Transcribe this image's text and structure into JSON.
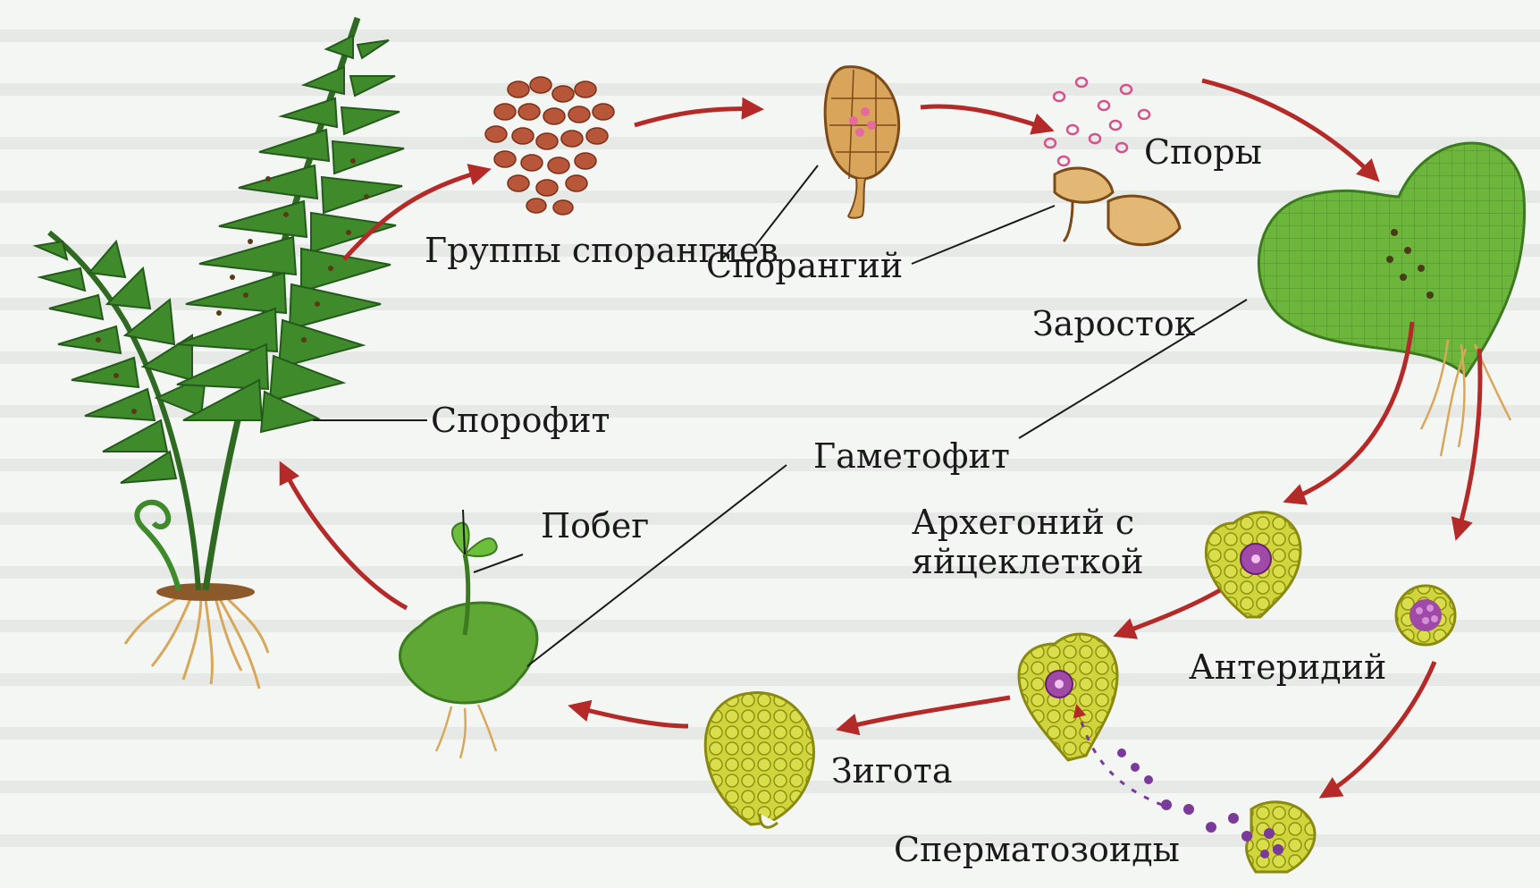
{
  "labels": {
    "sporangia_groups": "Группы спорангиев",
    "sporangium": "Спорангий",
    "spores": "Споры",
    "prothallus": "Заросток",
    "sporophyte": "Спорофит",
    "gametophyte": "Гаметофит",
    "shoot": "Побег",
    "archegonium": "Архегоний с яйцеклеткой",
    "antheridium": "Антеридий",
    "zygote": "Зигота",
    "spermatozoids": "Сперматозоиды"
  },
  "colors": {
    "arrow": "#b42a28",
    "leaf": "#3f8a2a",
    "leaf_dark": "#245a1c",
    "prothallus": "#66ad38",
    "cell": "#c9cf2a",
    "cell_border": "#8a8a10",
    "egg": "#a04aa8",
    "spore": "#b8563a",
    "sporangium": "#d8a55a",
    "root": "#d7a85a",
    "sperm": "#7a3a9a"
  }
}
